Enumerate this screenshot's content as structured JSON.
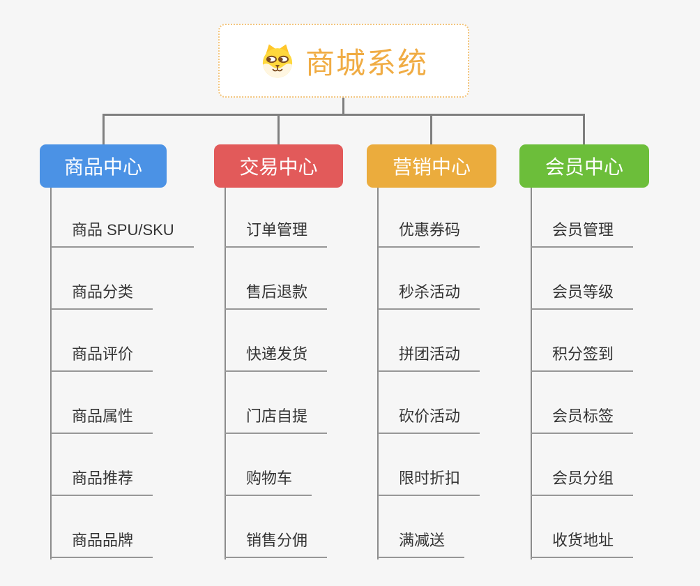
{
  "root": {
    "title": "商城系统",
    "icon": "shiba-dog-icon"
  },
  "colors": {
    "background": "#F6F6F6",
    "root_text": "#F0AC44",
    "root_border_dotted": "#F3C57D",
    "connector_gray": "#7F7F7F",
    "leaf_underline": "#979797",
    "leaf_text": "#333333",
    "branch_text": "#FFFFFF"
  },
  "branches": [
    {
      "label": "商品中心",
      "color": "#4B92E5",
      "items": [
        "商品 SPU/SKU",
        "商品分类",
        "商品评价",
        "商品属性",
        "商品推荐",
        "商品品牌"
      ]
    },
    {
      "label": "交易中心",
      "color": "#E25A5A",
      "items": [
        "订单管理",
        "售后退款",
        "快递发货",
        "门店自提",
        "购物车",
        "销售分佣"
      ]
    },
    {
      "label": "营销中心",
      "color": "#EBAC3D",
      "items": [
        "优惠券码",
        "秒杀活动",
        "拼团活动",
        "砍价活动",
        "限时折扣",
        "满减送"
      ]
    },
    {
      "label": "会员中心",
      "color": "#6CBE3A",
      "items": [
        "会员管理",
        "会员等级",
        "积分签到",
        "会员标签",
        "会员分组",
        "收货地址"
      ]
    }
  ]
}
